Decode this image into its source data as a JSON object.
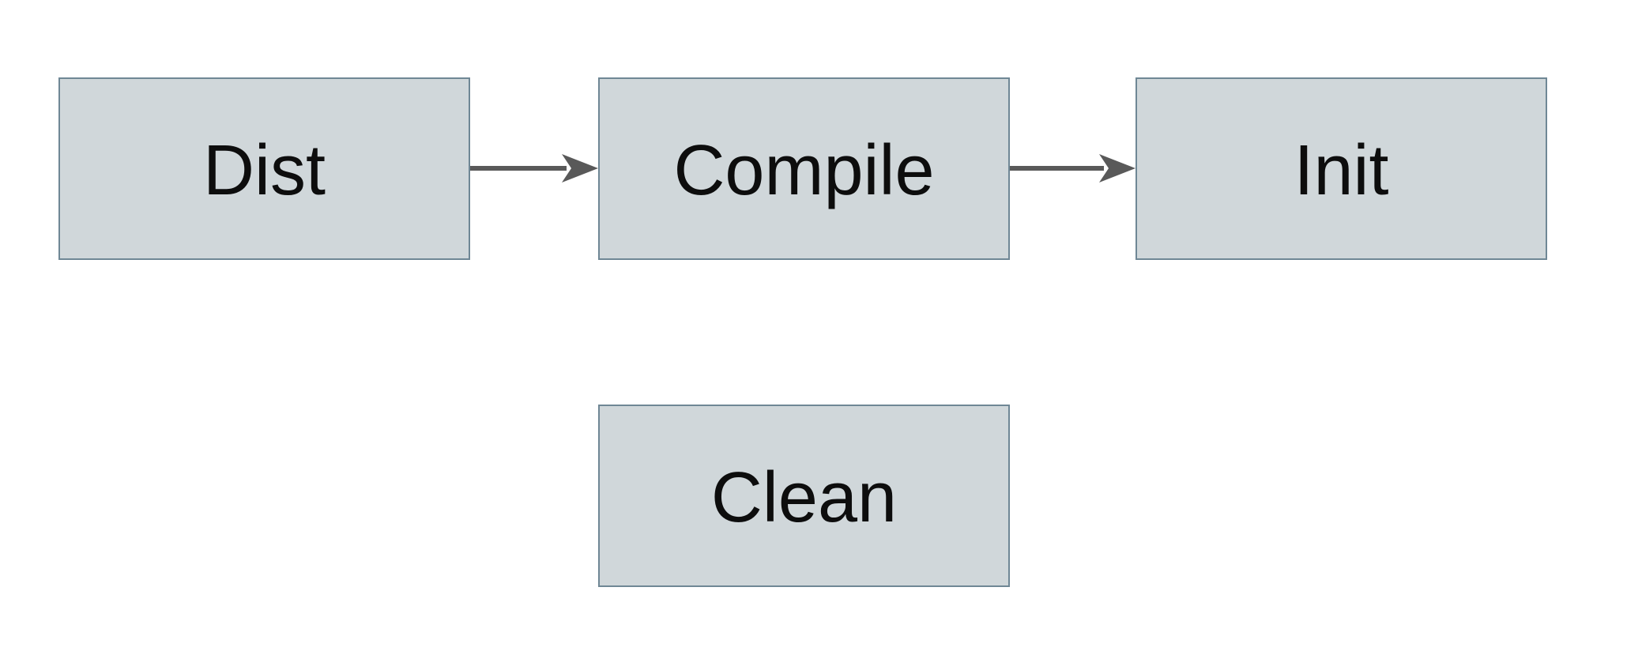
{
  "diagram": {
    "type": "flowchart",
    "nodes": [
      {
        "id": "dist",
        "label": "Dist"
      },
      {
        "id": "compile",
        "label": "Compile"
      },
      {
        "id": "init",
        "label": "Init"
      },
      {
        "id": "clean",
        "label": "Clean"
      }
    ],
    "edges": [
      {
        "from": "dist",
        "to": "compile",
        "style": "arrow"
      },
      {
        "from": "compile",
        "to": "init",
        "style": "arrow"
      }
    ]
  },
  "colors": {
    "background": "#ffffff",
    "node_fill": "#d0d7da",
    "node_border": "#6f8795",
    "text": "#0d0d0d",
    "arrow": "#595959"
  }
}
